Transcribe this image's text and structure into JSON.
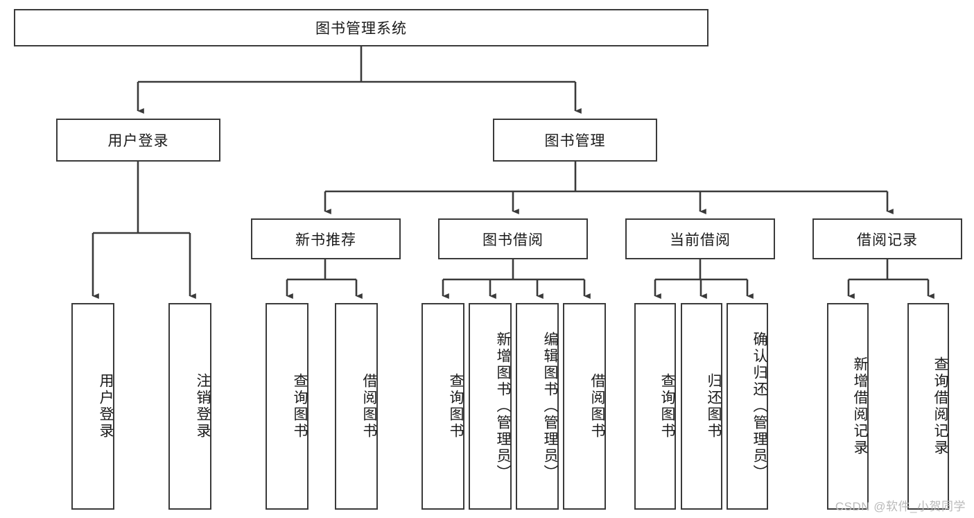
{
  "diagram": {
    "title": "图书管理系统",
    "type": "tree",
    "watermark": "CSDN @软件_小贺同学",
    "colors": {
      "stroke": "#3a3a3a",
      "fill": "#ffffff",
      "text": "#1a1a1a",
      "watermark": "#b9b9b9"
    },
    "root": {
      "label": "图书管理系统"
    },
    "level1": [
      {
        "label": "用户登录"
      },
      {
        "label": "图书管理"
      }
    ],
    "level2": [
      {
        "label": "新书推荐"
      },
      {
        "label": "图书借阅"
      },
      {
        "label": "当前借阅"
      },
      {
        "label": "借阅记录"
      }
    ],
    "leaves": {
      "user_login": [
        {
          "label": "用户登录"
        },
        {
          "label": "注销登录"
        }
      ],
      "new_book": [
        {
          "label": "查询图书"
        },
        {
          "label": "借阅图书"
        }
      ],
      "book_borrow": [
        {
          "label": "查询图书"
        },
        {
          "label": "新增图书（管理员）"
        },
        {
          "label": "编辑图书（管理员）"
        },
        {
          "label": "借阅图书"
        }
      ],
      "current_borrow": [
        {
          "label": "查询图书"
        },
        {
          "label": "归还图书"
        },
        {
          "label": "确认归还（管理员）"
        }
      ],
      "borrow_record": [
        {
          "label": "新增借阅记录"
        },
        {
          "label": "查询借阅记录"
        }
      ]
    }
  }
}
